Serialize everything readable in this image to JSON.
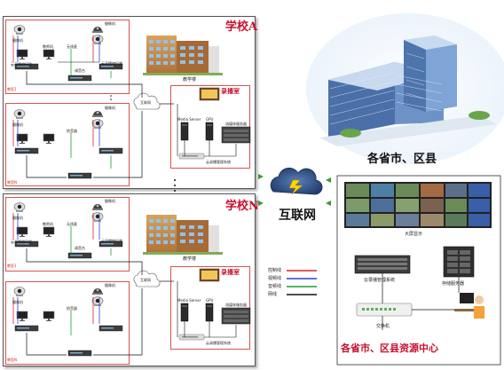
{
  "schools": [
    {
      "title": "学校A",
      "classroom_top": "教室1",
      "classroom_bottom": "教室N",
      "teaching_building": "教学楼",
      "studio": "录播室",
      "labels": {
        "cam1": "摄像机",
        "cam2": "摄像机",
        "cam3": "摄像机",
        "cam4": "摄像机",
        "mic": "无线麦",
        "board": "教师机",
        "recorder1": "云录播编码器",
        "recorder2": "云录播编码器",
        "pickup": "拾音器",
        "mixer": "调音台",
        "media_server": "Media Server",
        "gpu": "GPU",
        "matrix": "流媒体服务器",
        "cloud_sys": "云录播管理系统"
      }
    },
    {
      "title": "学校N",
      "classroom_top": "教室1",
      "classroom_bottom": "教室N",
      "teaching_building": "教学楼",
      "studio": "录播室",
      "labels": {
        "cam1": "摄像机",
        "cam2": "摄像机",
        "cam3": "摄像机",
        "cam4": "摄像机",
        "mic": "无线麦",
        "board": "教师机",
        "recorder1": "云录播编码器",
        "recorder2": "云录播编码器",
        "pickup": "拾音器",
        "mixer": "调音台",
        "media_server": "Media Server",
        "gpu": "GPU",
        "matrix": "流媒体服务器",
        "cloud_sys": "云录播管理系统"
      }
    }
  ],
  "campus_net": "互联网",
  "internet": "互联网",
  "region_title": "各省市、区县",
  "center": {
    "title": "各省市、区县资源中心",
    "video_wall": "大屏显示",
    "cloud_sys": "云录播管理系统",
    "storage": "存储服务器",
    "switch": "交换机"
  },
  "legend": [
    {
      "label": "控制线",
      "color": "#d9262c"
    },
    {
      "label": "视频线",
      "color": "#2b3fd6"
    },
    {
      "label": "音频线",
      "color": "#1f9e3a"
    },
    {
      "label": "网线",
      "color": "#111111"
    }
  ],
  "colors": {
    "accent_red": "#c8102e",
    "net_green": "#3a9a2e"
  }
}
